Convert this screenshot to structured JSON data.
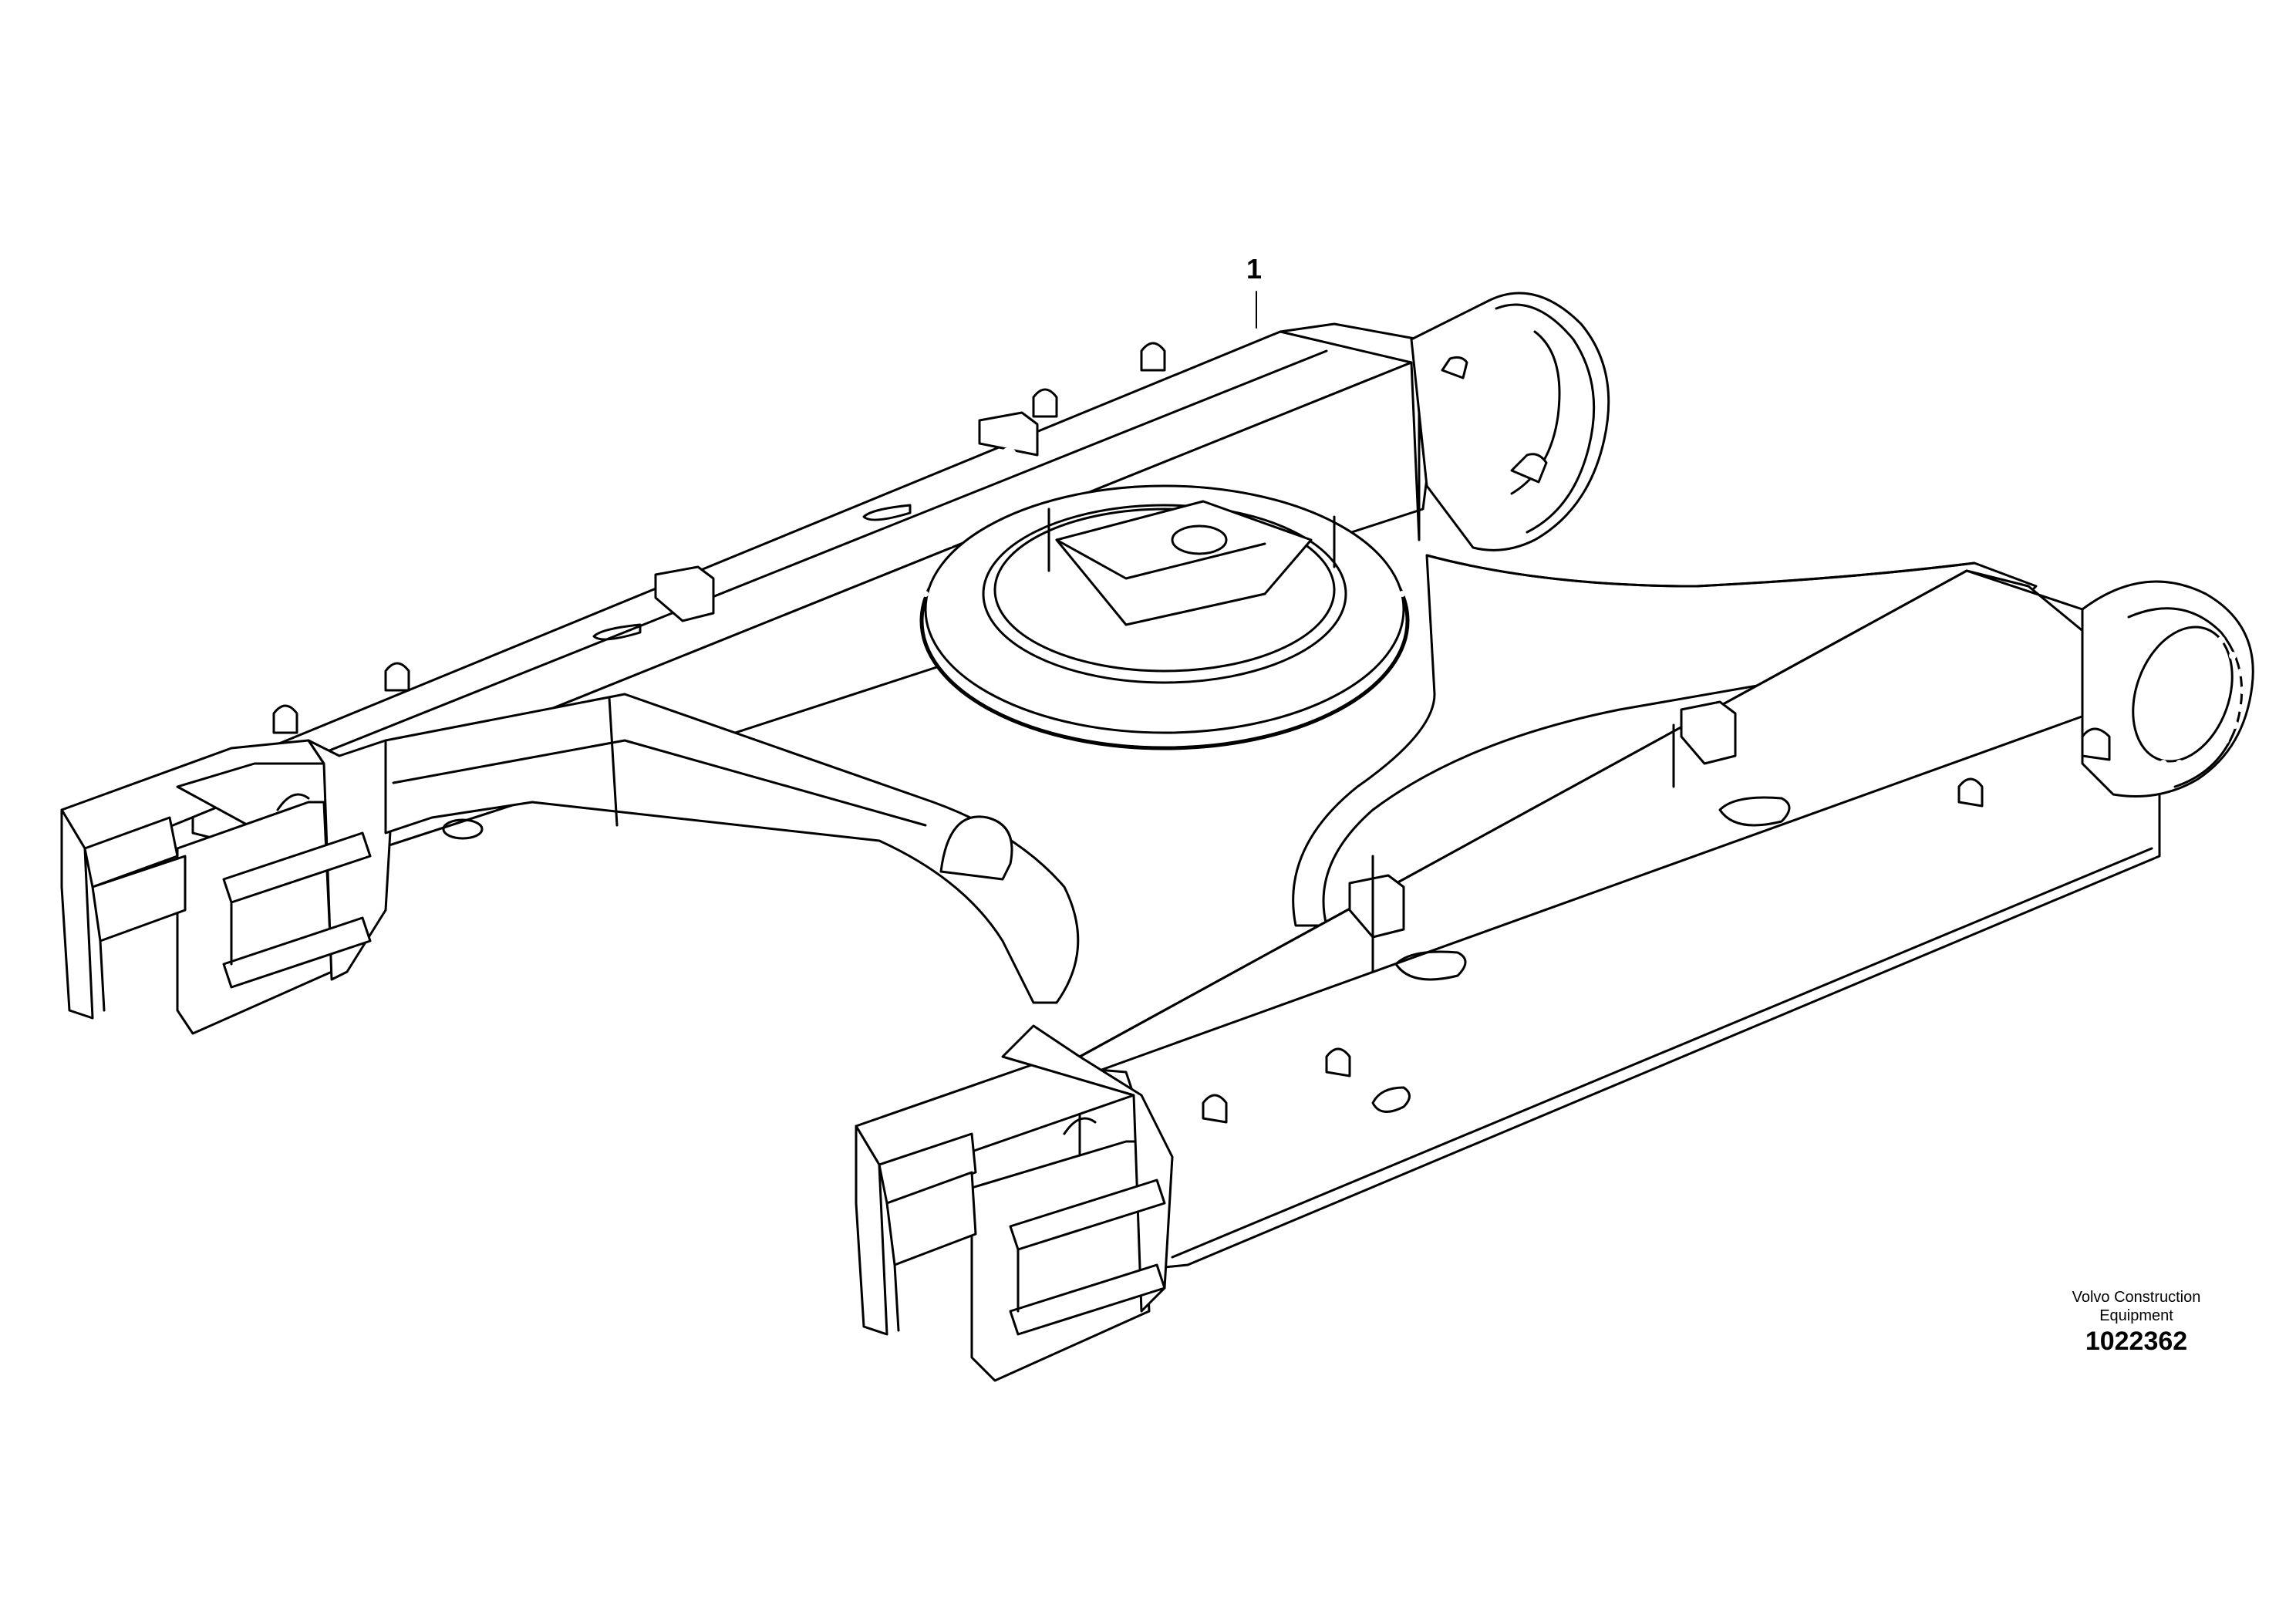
{
  "diagram": {
    "callouts": [
      {
        "label": "1"
      }
    ],
    "manufacturer": {
      "line1": "Volvo Construction",
      "line2": "Equipment"
    },
    "drawing_number": "1022362"
  }
}
